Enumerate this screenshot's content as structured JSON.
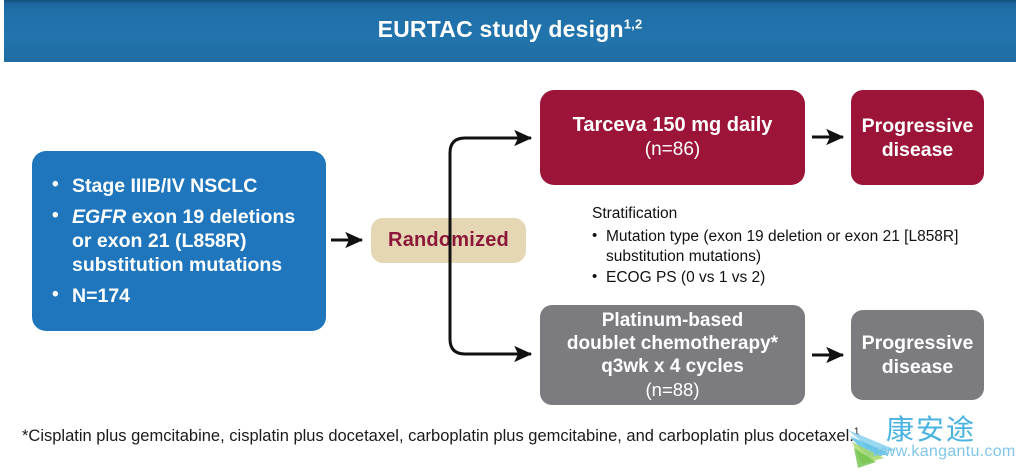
{
  "header": {
    "title": "EURTAC study design",
    "superscript": "1,2",
    "bg_color": "#2274ad"
  },
  "population_box": {
    "color": "#1f76bc",
    "bullets": [
      {
        "text": "Stage IIIB/IV NSCLC"
      },
      {
        "italic_lead": "EGFR",
        "text": " exon 19 deletions or exon 21 (L858R) substitution mutations"
      },
      {
        "text": "N=174"
      }
    ]
  },
  "randomized_box": {
    "label": "Randomized",
    "bg_color": "#e6d7b4",
    "text_color": "#8c1839"
  },
  "tarceva_box": {
    "line1": "Tarceva 150 mg daily",
    "line2": "(n=86)",
    "color": "#9c1539"
  },
  "progressive_disease_top": {
    "line1": "Progressive",
    "line2": "disease",
    "color": "#9c1539"
  },
  "chemo_box": {
    "line1": "Platinum-based",
    "line2": "doublet chemotherapy*",
    "line3": "q3wk x 4 cycles",
    "line4": "(n=88)",
    "color": "#7b7b80"
  },
  "progressive_disease_bottom": {
    "line1": "Progressive",
    "line2": "disease",
    "color": "#7b7b80"
  },
  "stratification": {
    "title": "Stratification",
    "bullets": [
      "Mutation type (exon 19 deletion or exon 21 [L858R] substitution mutations)",
      "ECOG PS (0 vs 1 vs 2)"
    ]
  },
  "footnote": {
    "text": "*Cisplatin plus gemcitabine, cisplatin plus docetaxel, carboplatin plus gemcitabine, and carboplatin plus docetaxel.",
    "superscript": "1"
  },
  "watermark": {
    "chinese": "康安途",
    "url": "www.kangantu.com",
    "color": "#2fa8dc"
  }
}
